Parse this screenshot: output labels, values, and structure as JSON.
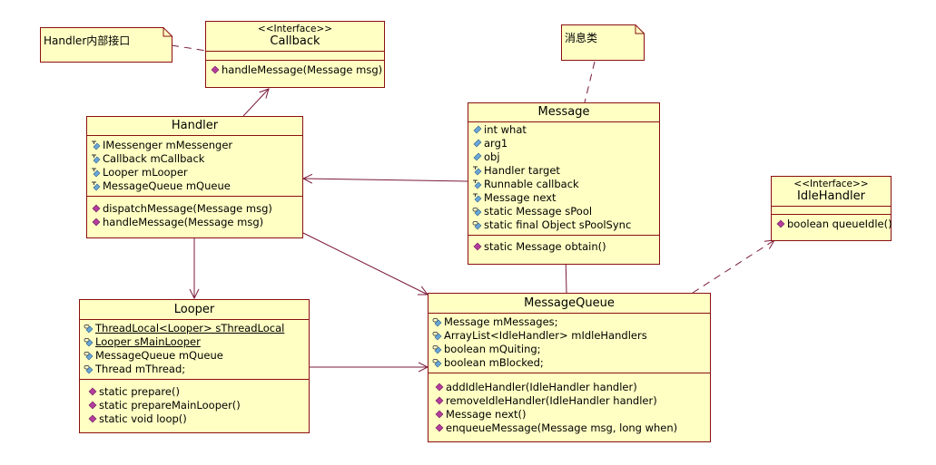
{
  "notes": {
    "handler_note": "Handler内部接口",
    "message_note": "消息类"
  },
  "callback": {
    "stereotype": "<<Interface>>",
    "name": "Callback",
    "operations": [
      {
        "text": "handleMessage(Message msg)",
        "icon": "public-method-icon"
      }
    ]
  },
  "handler": {
    "name": "Handler",
    "attributes": [
      {
        "text": "IMessenger mMessenger",
        "icon": "protected-field-icon"
      },
      {
        "text": "Callback mCallback",
        "icon": "protected-field-icon"
      },
      {
        "text": "Looper mLooper",
        "icon": "protected-field-icon"
      },
      {
        "text": "MessageQueue mQueue",
        "icon": "protected-field-icon"
      }
    ],
    "operations": [
      {
        "text": "dispatchMessage(Message msg)",
        "icon": "public-method-icon"
      },
      {
        "text": "handleMessage(Message msg)",
        "icon": "public-method-icon"
      }
    ]
  },
  "message": {
    "name": "Message",
    "attributes": [
      {
        "text": "int what",
        "icon": "public-field-icon"
      },
      {
        "text": "arg1",
        "icon": "public-field-icon"
      },
      {
        "text": "obj",
        "icon": "public-field-icon"
      },
      {
        "text": "Handler target",
        "icon": "protected-field-icon"
      },
      {
        "text": "Runnable callback",
        "icon": "protected-field-icon"
      },
      {
        "text": "Message next",
        "icon": "protected-field-icon"
      },
      {
        "text": "static Message sPool",
        "icon": "private-field-icon"
      },
      {
        "text": "static final Object sPoolSync",
        "icon": "private-field-icon"
      }
    ],
    "operations": [
      {
        "text": "static Message obtain()",
        "icon": "public-method-icon"
      }
    ]
  },
  "idlehandler": {
    "stereotype": "<<Interface>>",
    "name": "IdleHandler",
    "operations": [
      {
        "text": "boolean queueIdle()",
        "icon": "public-method-icon"
      }
    ]
  },
  "looper": {
    "name": "Looper",
    "attributes": [
      {
        "text": "ThreadLocal<Looper> sThreadLocal",
        "icon": "private-field-icon",
        "static": true
      },
      {
        "text": "Looper sMainLooper",
        "icon": "private-field-icon",
        "static": true
      },
      {
        "text": "MessageQueue mQueue",
        "icon": "private-field-icon"
      },
      {
        "text": "Thread mThread;",
        "icon": "private-field-icon"
      }
    ],
    "operations": [
      {
        "text": "static prepare()",
        "icon": "public-method-icon"
      },
      {
        "text": "static prepareMainLooper()",
        "icon": "public-method-icon"
      },
      {
        "text": "static void loop()",
        "icon": "public-method-icon"
      }
    ]
  },
  "messagequeue": {
    "name": "MessageQueue",
    "attributes": [
      {
        "text": "Message mMessages;",
        "icon": "private-field-icon"
      },
      {
        "text": "ArrayList<IdleHandler> mIdleHandlers",
        "icon": "private-field-icon"
      },
      {
        "text": "boolean mQuiting;",
        "icon": "private-field-icon"
      },
      {
        "text": "boolean mBlocked;",
        "icon": "private-field-icon"
      }
    ],
    "operations": [
      {
        "text": "addIdleHandler(IdleHandler handler)",
        "icon": "public-method-icon"
      },
      {
        "text": "removeIdleHandler(IdleHandler handler)",
        "icon": "public-method-icon"
      },
      {
        "text": "Message next()",
        "icon": "public-method-icon"
      },
      {
        "text": "enqueueMessage(Message msg, long when)",
        "icon": "public-method-icon"
      }
    ]
  },
  "colors": {
    "box_fill": "#ffffc4",
    "box_border": "#8a1010",
    "link": "#7a1a3a",
    "method_icon": "#b43c9c",
    "field_icon": "#6aa7d8"
  }
}
